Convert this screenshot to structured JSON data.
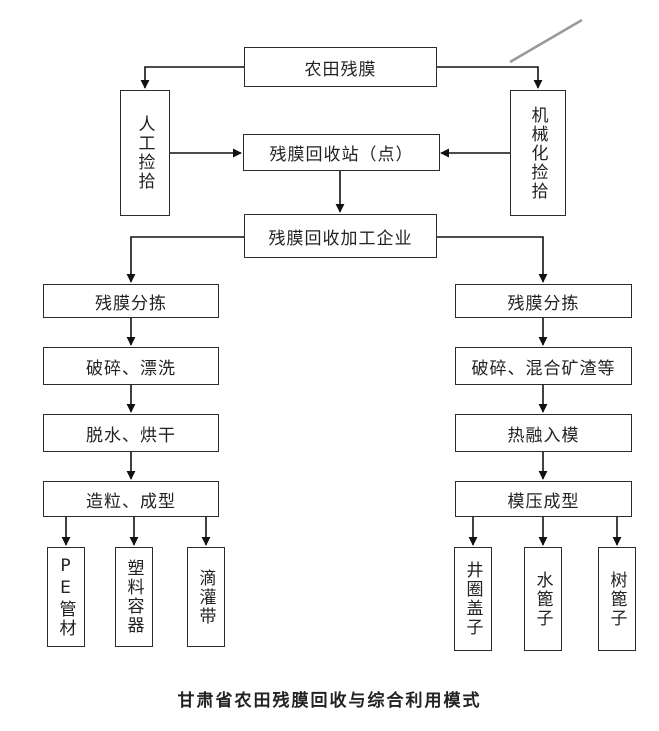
{
  "nodes": {
    "top": "农田残膜",
    "manual": "人工捡拾",
    "mech": "机械化捡拾",
    "station": "残膜回收站（点）",
    "enterprise": "残膜回收加工企业",
    "left_sort": "残膜分拣",
    "left_crush": "破碎、漂洗",
    "left_dry": "脱水、烘干",
    "left_pellet": "造粒、成型",
    "pe_pipe": "PE管材",
    "plastic_container": "塑料容器",
    "drip_tape": "滴灌带",
    "right_sort": "残膜分拣",
    "right_crush": "破碎、混合矿渣等",
    "right_melt": "热融入模",
    "right_press": "模压成型",
    "manhole": "井圈盖子",
    "water_grate": "水篦子",
    "tree_grate": "树篦子"
  },
  "caption": "甘肃省农田残膜回收与综合利用模式"
}
